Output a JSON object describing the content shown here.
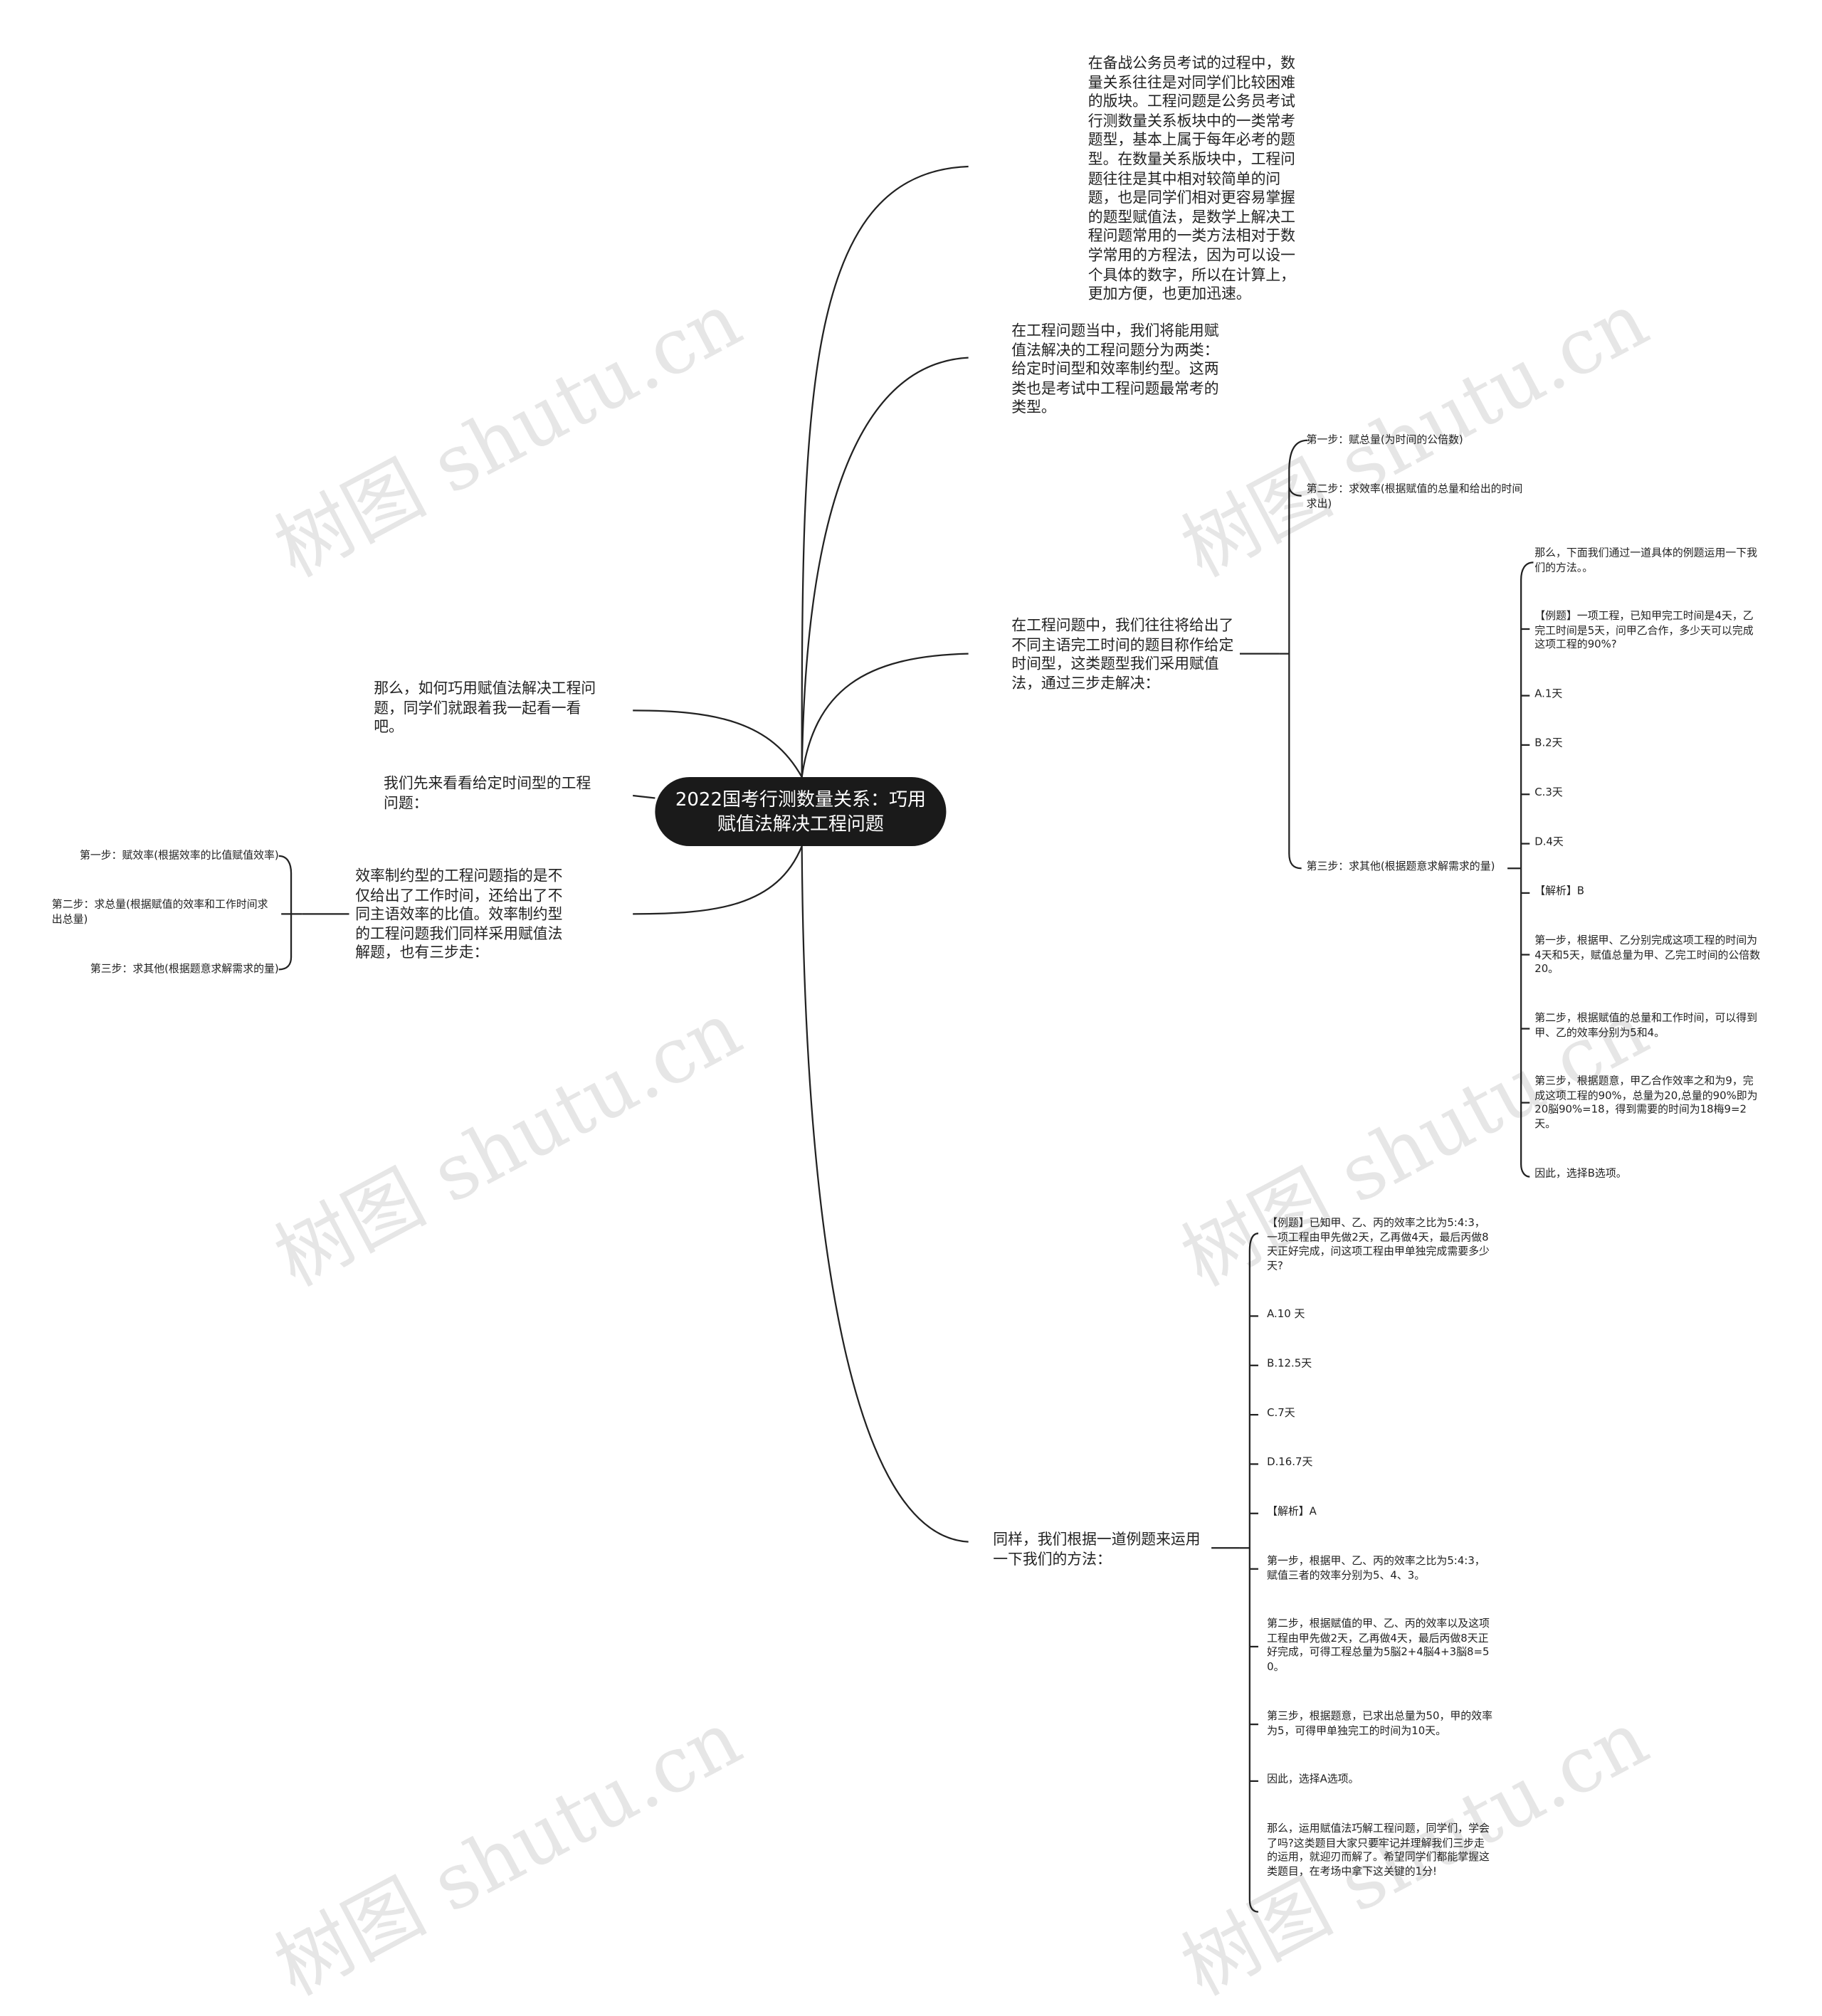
{
  "watermark": "树图 shutu.cn",
  "root": {
    "title": "2022国考行测数量关系：巧用赋值法解决工程问题"
  },
  "right_nodes": {
    "intro": "在备战公务员考试的过程中，数量关系往往是对同学们比较困难的版块。工程问题是公务员考试行测数量关系板块中的一类常考题型，基本上属于每年必考的题型。在数量关系版块中，工程问题往往是其中相对较简单的问题，也是同学们相对更容易掌握的题型赋值法，是数学上解决工程问题常用的一类方法相对于数学常用的方程法，因为可以设一个具体的数字，所以在计算上，更加方便，也更加迅速。",
    "types": "在工程问题当中，我们将能用赋值法解决的工程问题分为两类：给定时间型和效率制约型。这两类也是考试中工程问题最常考的类型。",
    "given_time": {
      "text": "在工程问题中，我们往往将给出了不同主语完工时间的题目称作给定时间型，这类题型我们采用赋值法，通过三步走解决：",
      "step1": "第一步：赋总量(为时间的公倍数)",
      "step2": "第二步：求效率(根据赋值的总量和给出的时间求出)",
      "step3": {
        "text": "第三步：求其他(根据题意求解需求的量)",
        "items": [
          "那么，下面我们通过一道具体的例题运用一下我们的方法。。",
          "【例题】一项工程，已知甲完工时间是4天，乙完工时间是5天，问甲乙合作，多少天可以完成这项工程的90%?",
          "A.1天",
          "B.2天",
          "C.3天",
          "D.4天",
          "【解析】B",
          "第一步，根据甲、乙分别完成这项工程的时间为4天和5天，赋值总量为甲、乙完工时间的公倍数20。",
          "第二步，根据赋值的总量和工作时间，可以得到甲、乙的效率分别为5和4。",
          "第三步，根据题意，甲乙合作效率之和为9，完成这项工程的90%，总量为20,总量的90%即为20脳90%=18，得到需要的时间为18梅9=2天。",
          "因此，选择B选项。"
        ]
      }
    },
    "example2": {
      "text": "同样，我们根据一道例题来运用一下我们的方法：",
      "items": [
        "【例题】已知甲、乙、丙的效率之比为5:4:3，一项工程由甲先做2天，乙再做4天，最后丙做8天正好完成，问这项工程由甲单独完成需要多少天?",
        "A.10 天",
        "B.12.5天",
        "C.7天",
        "D.16.7天",
        "【解析】A",
        "第一步，根据甲、乙、丙的效率之比为5:4:3，赋值三者的效率分别为5、4、3。",
        "第二步，根据赋值的甲、乙、丙的效率以及这项工程由甲先做2天，乙再做4天，最后丙做8天正好完成，可得工程总量为5脳2+4脳4+3脳8=50。",
        "第三步，根据题意，已求出总量为50，甲的效率为5，可得甲单独完工的时间为10天。",
        "因此，选择A选项。",
        "那么，运用赋值法巧解工程问题，同学们，学会了吗?这类题目大家只要牢记并理解我们三步走的运用，就迎刃而解了。希望同学们都能掌握这类题目，在考场中拿下这关键的1分!"
      ]
    }
  },
  "left_nodes": {
    "how": "那么，如何巧用赋值法解决工程问题，同学们就跟着我一起看一看吧。",
    "look": "我们先来看看给定时间型的工程问题：",
    "efficiency": {
      "text": "效率制约型的工程问题指的是不仅给出了工作时间，还给出了不同主语效率的比值。效率制约型的工程问题我们同样采用赋值法解题，也有三步走：",
      "step1": "第一步：赋效率(根据效率的比值赋值效率)",
      "step2": "第二步：求总量(根据赋值的效率和工作时间求出总量)",
      "step3": "第三步：求其他(根据题意求解需求的量)"
    }
  }
}
